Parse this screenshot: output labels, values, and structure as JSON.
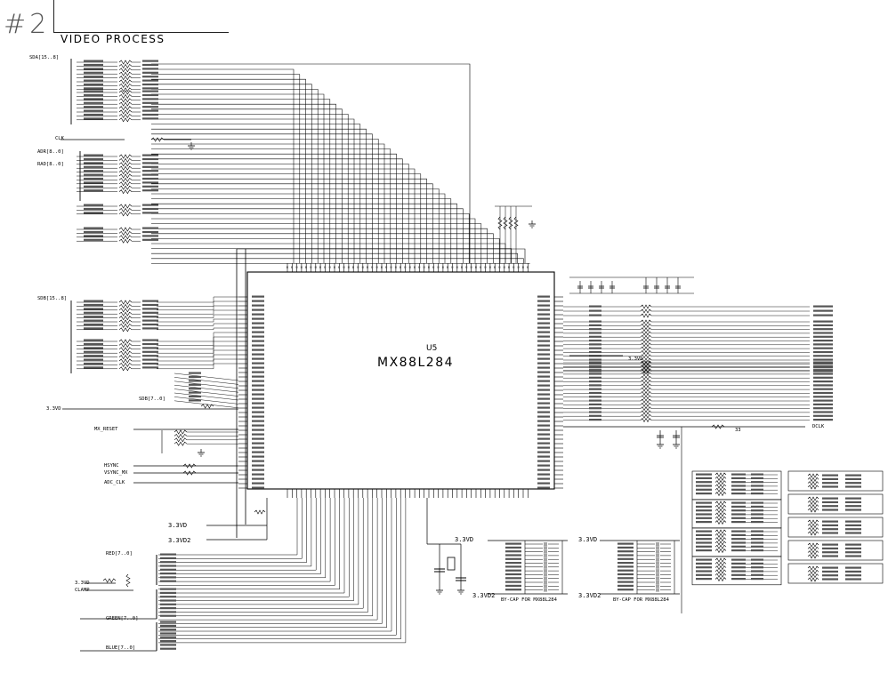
{
  "header": {
    "sheet_number": "#2",
    "title": "VIDEO PROCESS"
  },
  "chip": {
    "ref": "U5",
    "part": "MX88L284"
  },
  "power_nets": {
    "left_3v3": "3.3VD",
    "bottom_3v3d": "3.3VD",
    "bottom_3v3d2": "3.3VD2",
    "cap_bank1_top": "3.3VD",
    "cap_bank1_bottom": "3.3VD2",
    "cap_bank2_top": "3.3VD",
    "cap_bank2_bottom": "3.3VD2",
    "right_3v3": "3.3VD",
    "red_bias": "3.3VD"
  },
  "left_labels": {
    "bus_a": "SDA[15..8]",
    "clk": "CLK",
    "bus_b": "ADR[8..0]",
    "bus_b2": "RAD[8..0]",
    "bus_c": "SDB[15..8]",
    "bus_d": "SDB[7..0]",
    "mx_reset": "MX_RESET",
    "hsync": "HSYNC",
    "vsync": "VSYNC_MX",
    "adc_clk": "ADC_CLK"
  },
  "bottom_labels": {
    "red": "RED[7..0]",
    "clamp": "CLAMP",
    "green": "GREEN[7..0]",
    "blue": "BLUE[7..0]"
  },
  "cap_bank_captions": {
    "bank1": "BY-CAP FOR MX88L284",
    "bank2": "BY-CAP FOR MX88L284"
  },
  "right_labels": {
    "dclk": "DCLK",
    "r33": "33"
  },
  "colors": {
    "ink": "#000000",
    "paper": "#ffffff",
    "header_ink": "#555555"
  }
}
